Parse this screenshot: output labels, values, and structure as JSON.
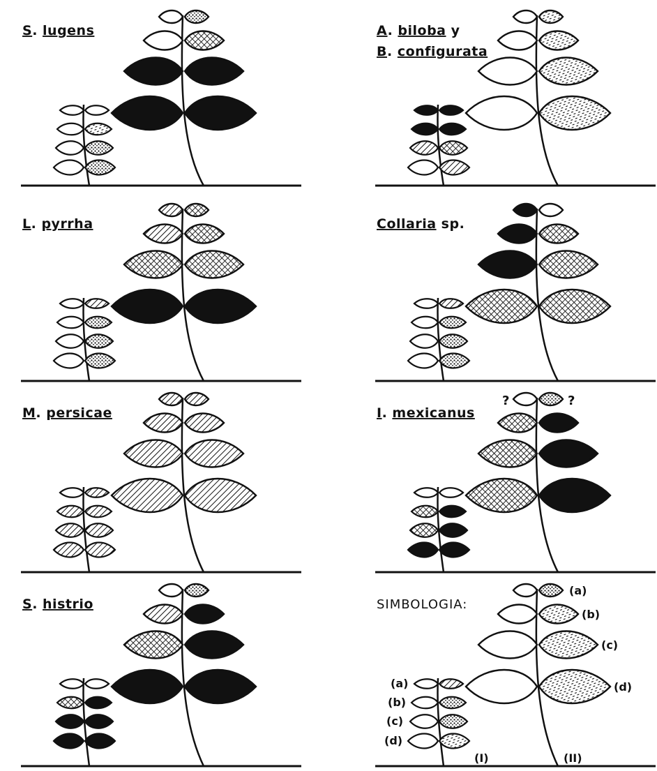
{
  "panels": [
    {
      "id": "s-lugens",
      "title_parts": [
        {
          "t": "S",
          "u": true
        },
        {
          "t": ". ",
          "u": false
        },
        {
          "t": "lugens",
          "u": true
        }
      ],
      "title2_parts": [],
      "small": [
        "empty",
        "empty",
        "empty",
        "dashed",
        "empty",
        "dots",
        "empty",
        "dots"
      ],
      "large": [
        "empty",
        "dots",
        "empty",
        "cross",
        "black",
        "black",
        "black",
        "black"
      ]
    },
    {
      "id": "a-biloba",
      "title_parts": [
        {
          "t": "A",
          "u": true
        },
        {
          "t": ". ",
          "u": false
        },
        {
          "t": "biloba",
          "u": true
        },
        {
          "t": " y",
          "u": false
        }
      ],
      "title2_parts": [
        {
          "t": "B",
          "u": true
        },
        {
          "t": ". ",
          "u": false
        },
        {
          "t": "configurata",
          "u": true
        }
      ],
      "small": [
        "black",
        "black",
        "black",
        "black",
        "hatch",
        "cross",
        "empty",
        "hatch"
      ],
      "large": [
        "empty",
        "dashed",
        "empty",
        "dashed",
        "empty",
        "dashed",
        "empty",
        "dashed"
      ]
    },
    {
      "id": "l-pyrrha",
      "title_parts": [
        {
          "t": "L",
          "u": true
        },
        {
          "t": ". ",
          "u": false
        },
        {
          "t": "pyrrha",
          "u": true
        }
      ],
      "title2_parts": [],
      "small": [
        "empty",
        "hatch",
        "empty",
        "dots",
        "empty",
        "dots",
        "empty",
        "dots"
      ],
      "large": [
        "hatch",
        "cross",
        "hatch",
        "cross",
        "cross",
        "cross",
        "black",
        "black"
      ]
    },
    {
      "id": "collaria",
      "title_parts": [
        {
          "t": "Collaria",
          "u": true
        },
        {
          "t": " sp.",
          "u": false
        }
      ],
      "title2_parts": [],
      "small": [
        "empty",
        "hatch",
        "empty",
        "dots",
        "empty",
        "dots",
        "empty",
        "dots"
      ],
      "large": [
        "black",
        "empty",
        "black",
        "cross",
        "black",
        "cross",
        "cross",
        "cross"
      ]
    },
    {
      "id": "m-persicae",
      "title_parts": [
        {
          "t": "M",
          "u": true
        },
        {
          "t": ". ",
          "u": false
        },
        {
          "t": "persicae",
          "u": true
        }
      ],
      "title2_parts": [],
      "small": [
        "empty",
        "hatch",
        "hatch",
        "hatch",
        "hatch",
        "hatch",
        "hatch",
        "hatch"
      ],
      "large": [
        "hatch",
        "hatch",
        "hatch",
        "hatch",
        "hatch",
        "hatch",
        "hatch",
        "hatch"
      ]
    },
    {
      "id": "i-mexicanus",
      "title_parts": [
        {
          "t": "I",
          "u": true
        },
        {
          "t": ". ",
          "u": false
        },
        {
          "t": "mexicanus",
          "u": true
        }
      ],
      "title2_parts": [],
      "small": [
        "empty",
        "empty",
        "cross",
        "black",
        "cross",
        "black",
        "black",
        "black"
      ],
      "large": [
        "empty",
        "dots",
        "cross",
        "black",
        "cross",
        "black",
        "cross",
        "black"
      ],
      "marks": [
        "?",
        "?"
      ]
    },
    {
      "id": "s-histrio",
      "title_parts": [
        {
          "t": "S",
          "u": true
        },
        {
          "t": ". ",
          "u": false
        },
        {
          "t": "histrio",
          "u": true
        }
      ],
      "title2_parts": [],
      "small": [
        "empty",
        "empty",
        "cross",
        "black",
        "black",
        "black",
        "black",
        "black"
      ],
      "large": [
        "empty",
        "dots",
        "hatch",
        "black",
        "cross",
        "black",
        "black",
        "black"
      ]
    },
    {
      "id": "simbologia",
      "title_parts": [
        {
          "t": "SIMBOLOGIA:",
          "u": false
        }
      ],
      "title2_parts": [],
      "small": [
        "empty",
        "hatch",
        "empty",
        "dots",
        "empty",
        "dots",
        "empty",
        "dashed"
      ],
      "large": [
        "empty",
        "dots",
        "empty",
        "dashed",
        "empty",
        "dashed",
        "empty",
        "dashed"
      ],
      "legend": {
        "small_labels": [
          "(a)",
          "(b)",
          "(c)",
          "(d)"
        ],
        "large_labels": [
          "(a)",
          "(b)",
          "(c)",
          "(d)"
        ],
        "small_plant": "(I)",
        "large_plant": "(II)"
      }
    }
  ],
  "colors": {
    "ink": "#111111",
    "paper": "#ffffff"
  }
}
